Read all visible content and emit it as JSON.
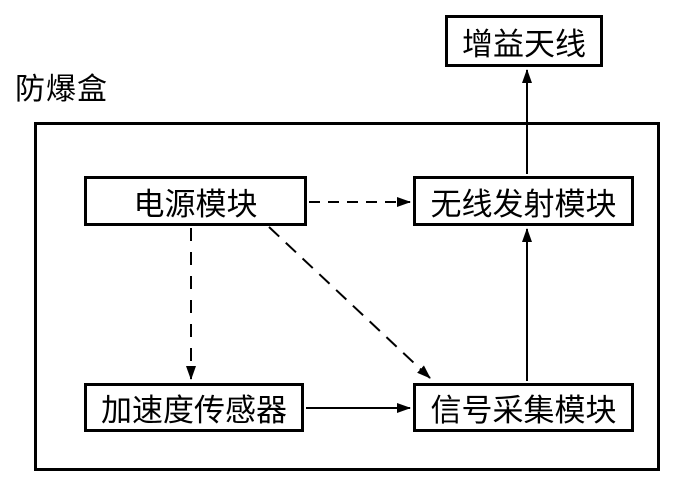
{
  "diagram": {
    "container_label": "防爆盒",
    "nodes": {
      "antenna": {
        "id": "antenna",
        "label": "增益天线"
      },
      "power": {
        "id": "power",
        "label": "电源模块"
      },
      "wireless": {
        "id": "wireless",
        "label": "无线发射模块"
      },
      "accel": {
        "id": "accel",
        "label": "加速度传感器"
      },
      "signal": {
        "id": "signal",
        "label": "信号采集模块"
      }
    },
    "edges": [
      {
        "from": "power",
        "to": "wireless",
        "style": "dashed",
        "direction": "right"
      },
      {
        "from": "power",
        "to": "accel",
        "style": "dashed",
        "direction": "down"
      },
      {
        "from": "power",
        "to": "signal",
        "style": "dashed",
        "direction": "down-right"
      },
      {
        "from": "accel",
        "to": "signal",
        "style": "solid",
        "direction": "right"
      },
      {
        "from": "signal",
        "to": "wireless",
        "style": "solid",
        "direction": "up"
      },
      {
        "from": "wireless",
        "to": "antenna",
        "style": "solid",
        "direction": "up"
      }
    ],
    "colors": {
      "line": "#000000",
      "text": "#000000",
      "background": "#ffffff"
    }
  }
}
